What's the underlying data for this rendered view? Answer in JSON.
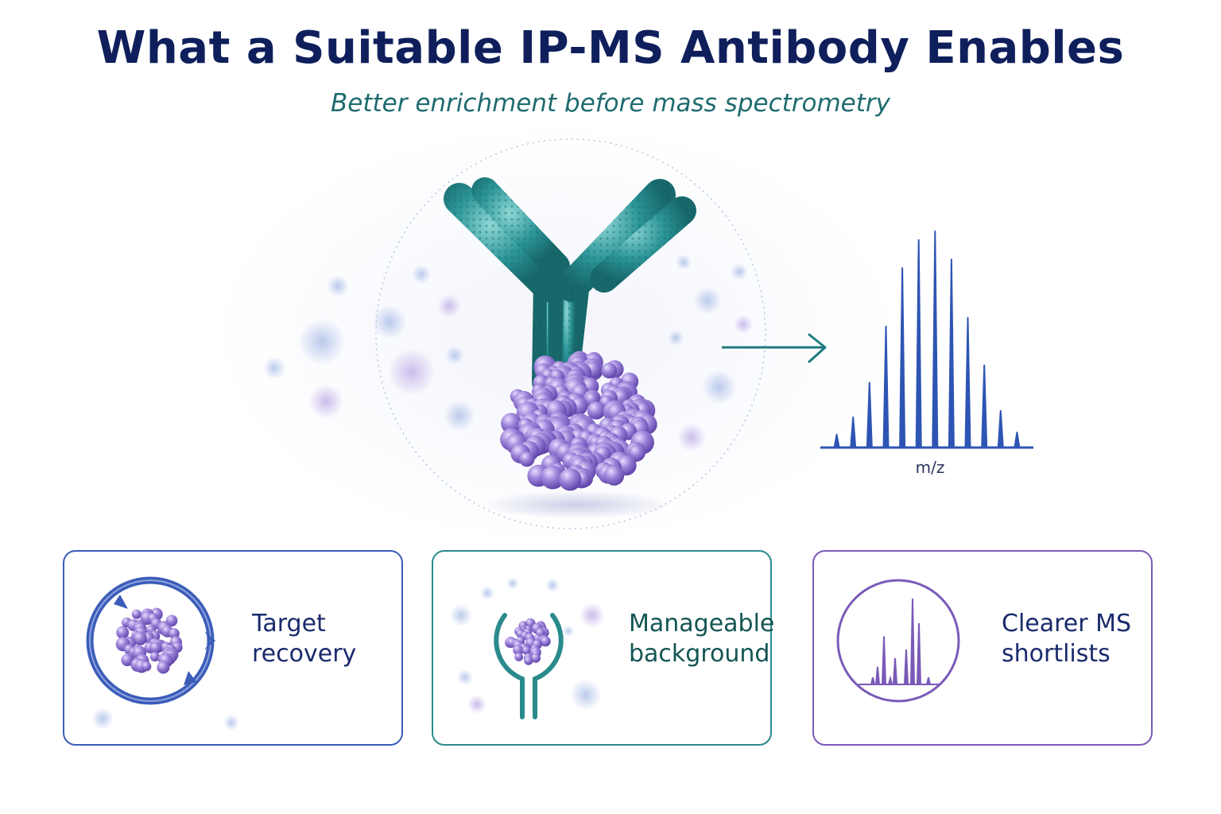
{
  "header": {
    "title": "What a Suitable IP-MS Antibody Enables",
    "subtitle": "Better enrichment before mass spectrometry"
  },
  "hero": {
    "spectrum_axis_label": "m/z",
    "spectrum_relative_peaks": [
      0.06,
      0.14,
      0.3,
      0.56,
      0.83,
      0.96,
      1.0,
      0.87,
      0.6,
      0.38,
      0.17,
      0.07
    ]
  },
  "cards": [
    {
      "line1": "Target",
      "line2": "recovery",
      "icon": "ring-capture-icon",
      "color": "#3b5cb8",
      "text_color": "#1a2a6c"
    },
    {
      "line1": "Manageable",
      "line2": "background",
      "icon": "antibody-arms-icon",
      "color": "#2a8a8c",
      "text_color": "#135553"
    },
    {
      "line1": "Clearer MS",
      "line2": "shortlists",
      "icon": "spectrum-circle-icon",
      "color": "#7a5ab8",
      "text_color": "#1a2a6c"
    }
  ],
  "colors": {
    "antibody": "#2d9a9c",
    "antigen": "#8e73cf",
    "arrow": "#1e7a7e",
    "spectrum": "#2e55b4",
    "title": "#0f1f5c"
  }
}
